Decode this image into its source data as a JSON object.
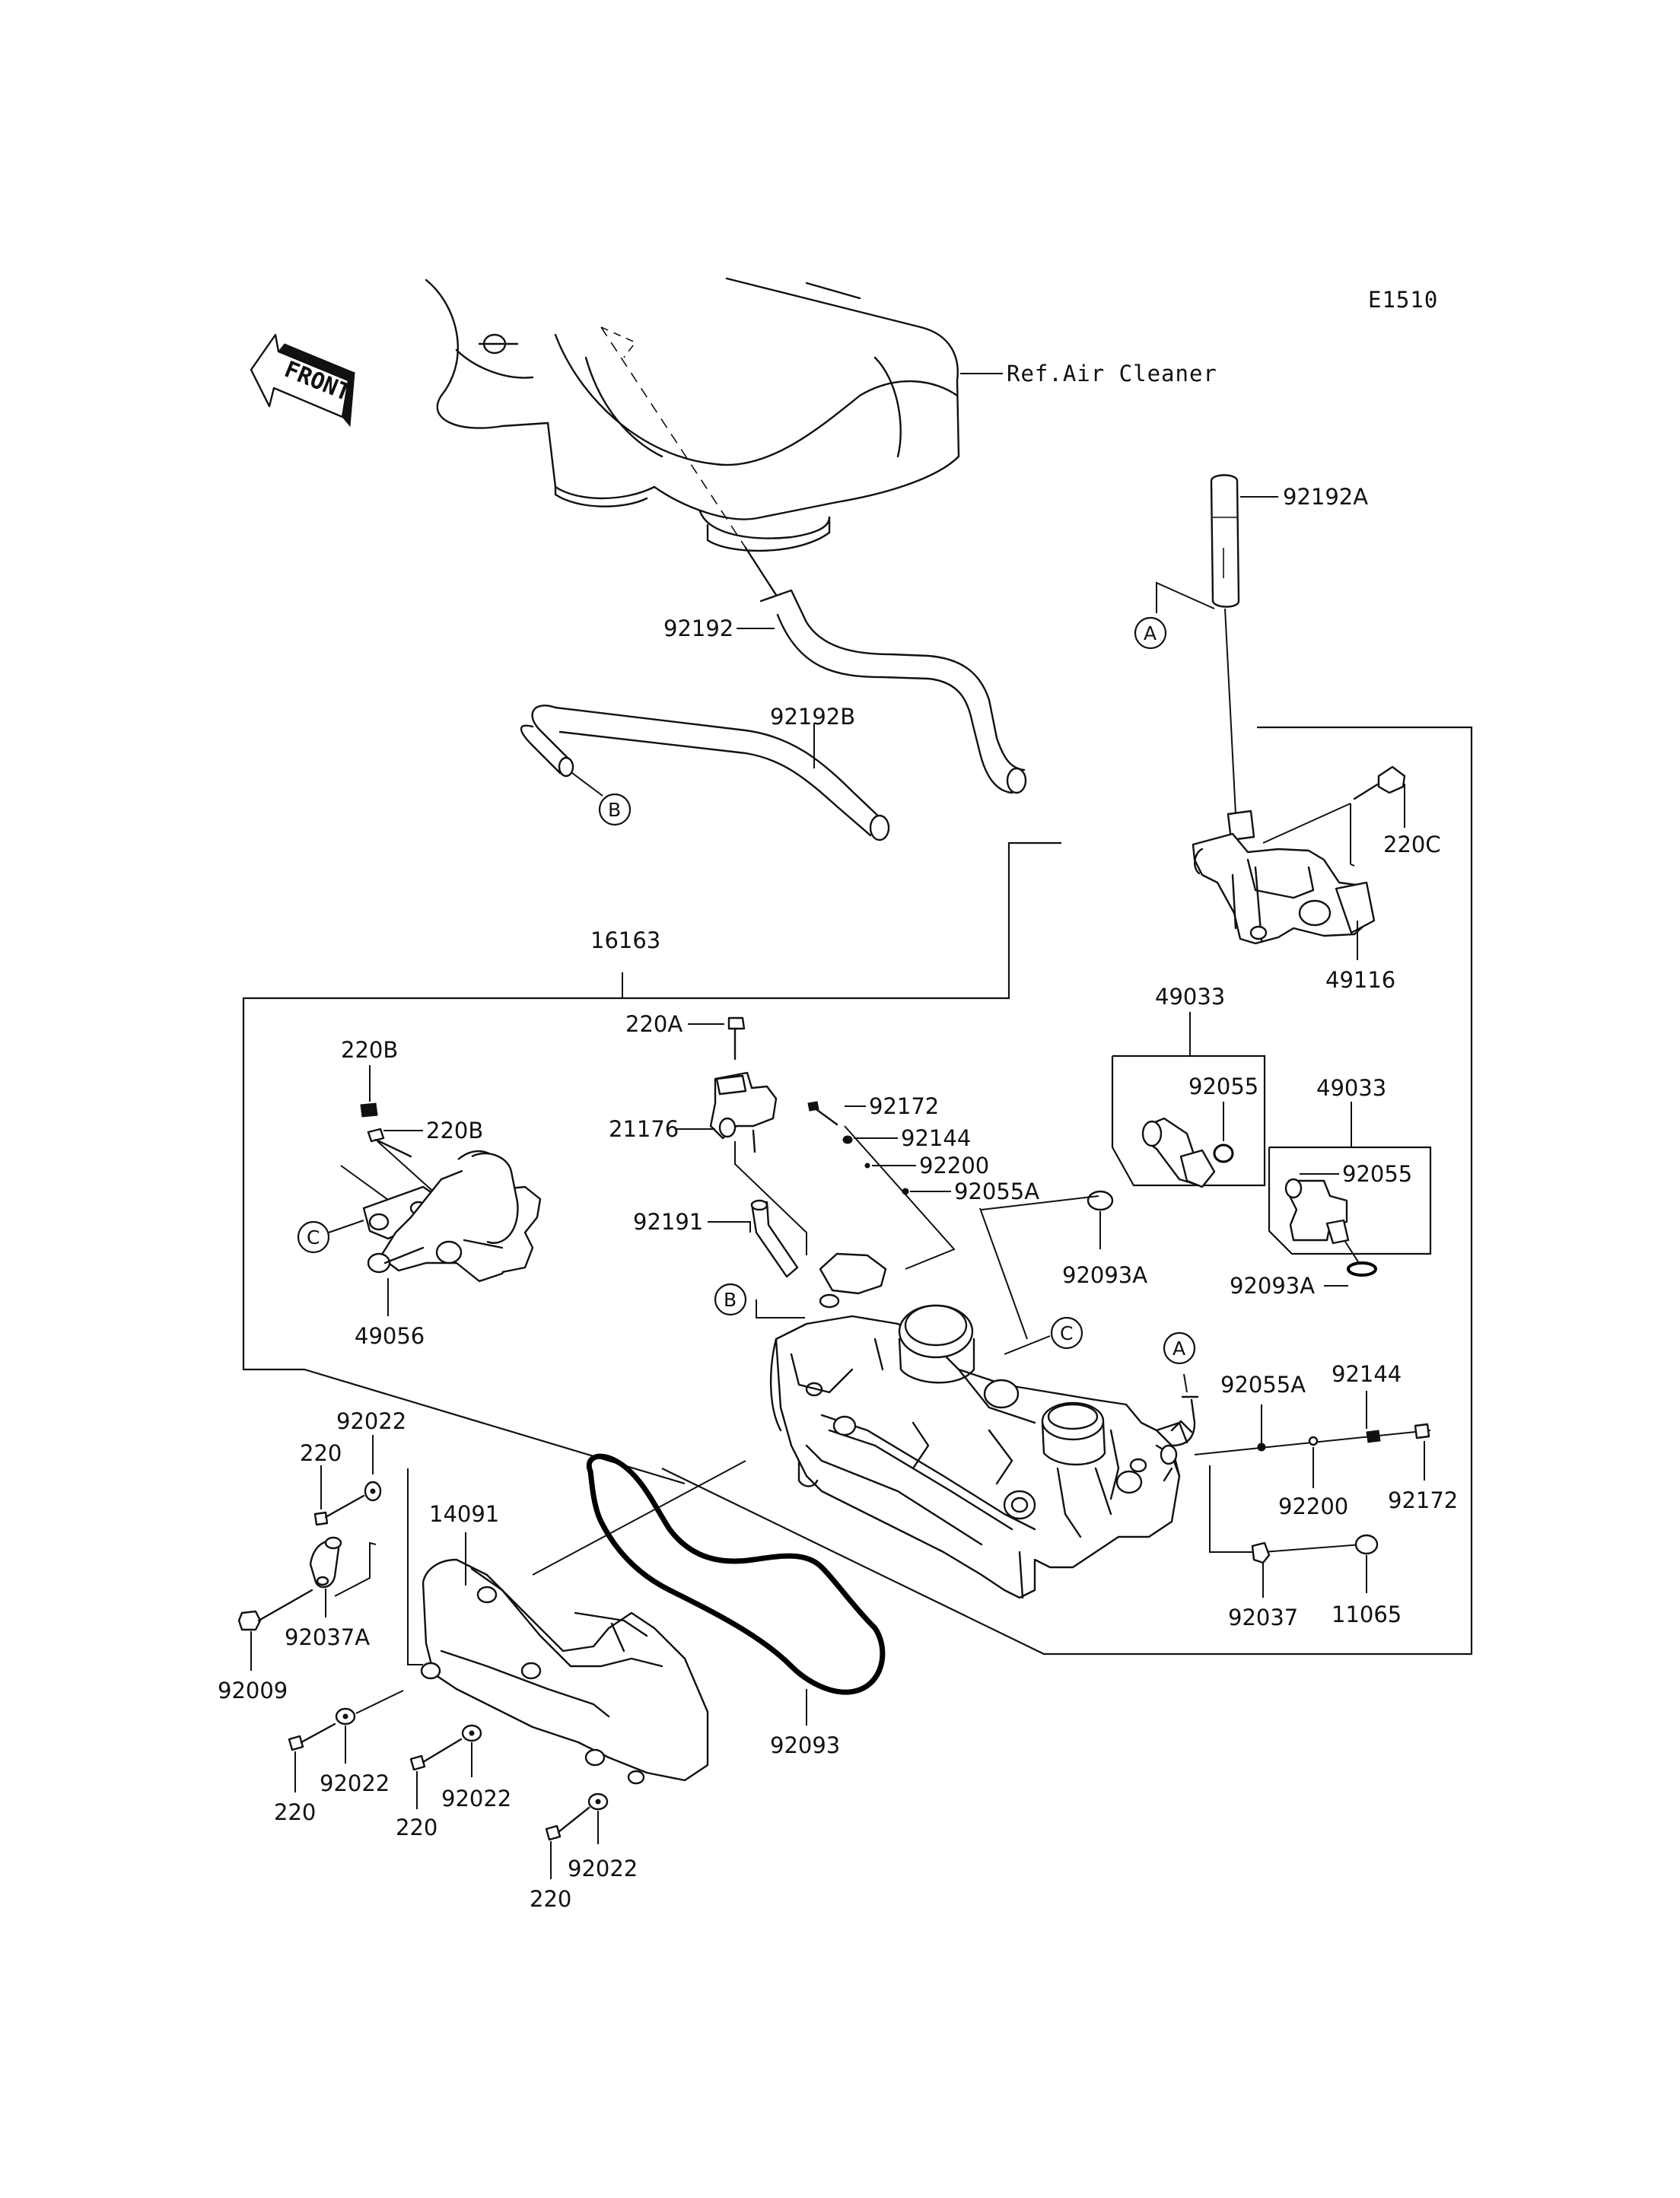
{
  "diagram_code": "E1510",
  "front_label": "FRONT",
  "callouts": {
    "a": "A",
    "b": "B",
    "c": "C"
  },
  "labels": {
    "ref_air_cleaner": "Ref.Air Cleaner",
    "p92192A": "92192A",
    "p92192": "92192",
    "p92192B": "92192B",
    "p220C": "220C",
    "p49116": "49116",
    "p16163": "16163",
    "p49033_1": "49033",
    "p49033_2": "49033",
    "p92055_1": "92055",
    "p92055_2": "92055",
    "p92093A_1": "92093A",
    "p92093A_2": "92093A",
    "p220A": "220A",
    "p21176": "21176",
    "p92172_1": "92172",
    "p92144_1": "92144",
    "p92200_1": "92200",
    "p92055A_1": "92055A",
    "p92191": "92191",
    "p220B_1": "220B",
    "p220B_2": "220B",
    "p49056": "49056",
    "p92055A_2": "92055A",
    "p92144_2": "92144",
    "p92200_2": "92200",
    "p92172_2": "92172",
    "p92037": "92037",
    "p11065": "11065",
    "p92022_top": "92022",
    "p220_top": "220",
    "p14091": "14091",
    "p92037A": "92037A",
    "p92009": "92009",
    "p92022_a": "92022",
    "p220_a": "220",
    "p92022_b": "92022",
    "p220_b": "220",
    "p92022_c": "92022",
    "p220_c": "220",
    "p92093": "92093"
  }
}
